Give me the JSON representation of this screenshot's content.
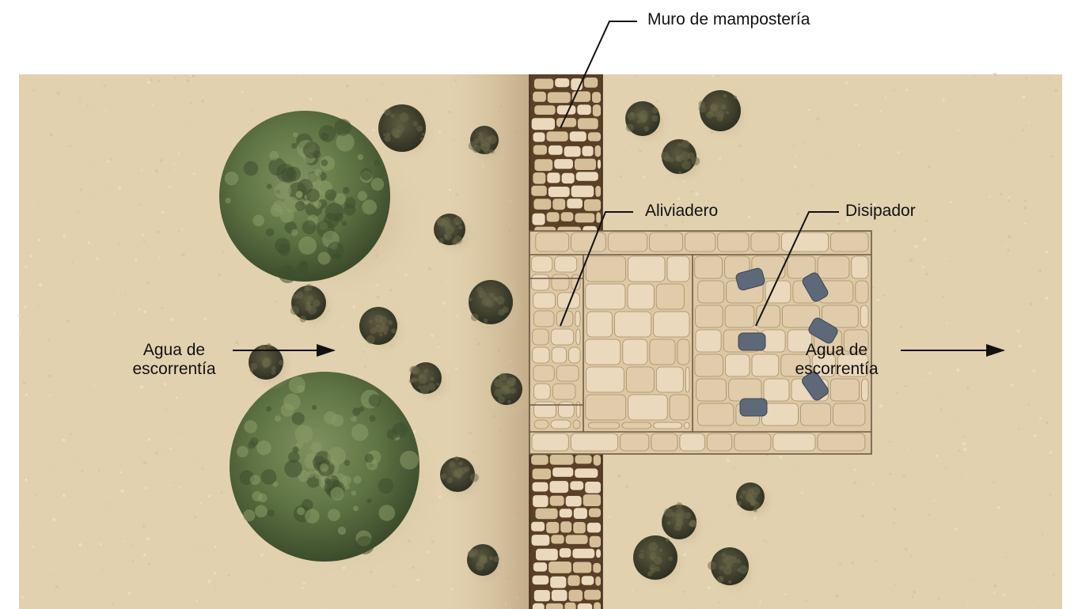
{
  "labels": {
    "wall": "Muro de mampostería",
    "spillway": "Aliviadero",
    "dissipator": "Disipador",
    "inflow": {
      "line1": "Agua de",
      "line2": "escorrentía"
    },
    "outflow": {
      "line1": "Agua de",
      "line2": "escorrentía"
    }
  },
  "colors": {
    "ground": "#e4d3b2",
    "ground_dark": "#d6c29c",
    "stone_light": "#ead9bc",
    "stone_mid": "#d5bf98",
    "stone_dark": "#7d6140",
    "wall_mortar": "#5a4026",
    "tree_green": "#6e8150",
    "tree_dark": "#3e4f2d",
    "shrub": "#4a4a34",
    "dissipator_rock": "#5d6878",
    "leader_line": "#111111"
  }
}
